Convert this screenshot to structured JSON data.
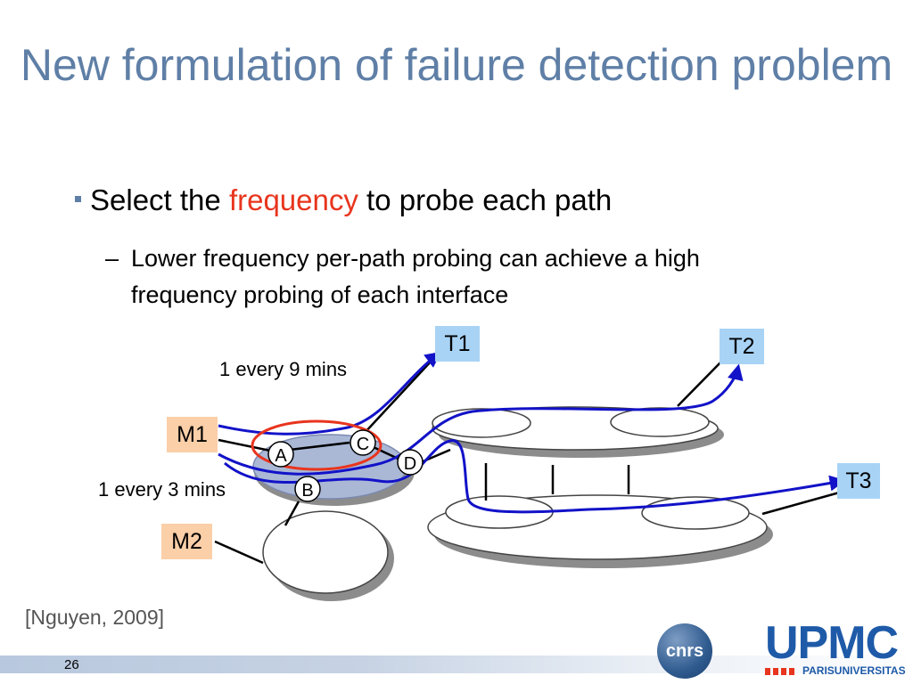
{
  "title": "New formulation of failure detection problem",
  "bullet1": {
    "pre": "Select the ",
    "highlight": "frequency",
    "post": " to probe each path"
  },
  "bullet2": {
    "dash": "–",
    "text": "Lower frequency per-path probing can achieve a high frequency probing of each interface"
  },
  "diagram": {
    "targets": [
      "T1",
      "T2",
      "T3"
    ],
    "monitors": [
      "M1",
      "M2"
    ],
    "routers": [
      "A",
      "B",
      "C",
      "D"
    ],
    "rate_top": "1 every 9 mins",
    "rate_bottom": "1 every 3 mins"
  },
  "citation": "[Nguyen, 2009]",
  "page_number": "26",
  "logos": {
    "cnrs": "cnrs",
    "upmc": "UPMC",
    "upmc_sub": "PARISUNIVERSITAS"
  },
  "colors": {
    "title": "#5f7fa6",
    "highlight": "#e8351e",
    "path": "#1212c8",
    "ellipse": "#e8351e",
    "target_box": "#a8d3f5",
    "monitor_box": "#fbcfa8"
  }
}
